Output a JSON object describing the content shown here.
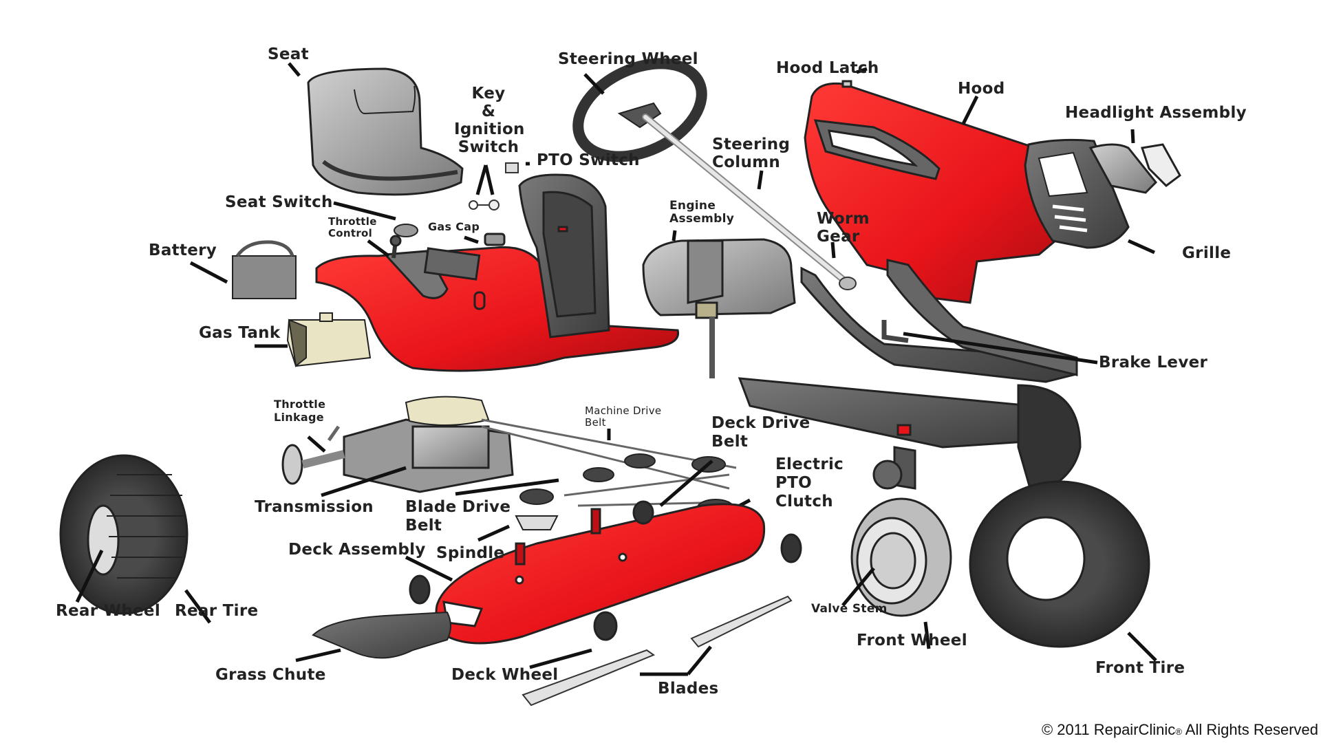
{
  "diagram": {
    "subject": "Riding lawn mower exploded parts diagram",
    "colors": {
      "body_red": "#e8141a",
      "dark_red": "#a80d10",
      "part_gray": "#6b6b6b",
      "light_gray": "#bdbdbd",
      "tire_dark": "#3a3a3a",
      "tank_cream": "#e9e4c4",
      "label_text": "#222222"
    },
    "labels": {
      "seat": "Seat",
      "steering_wheel": "Steering Wheel",
      "hood_latch": "Hood Latch",
      "hood": "Hood",
      "headlight_assembly": "Headlight Assembly",
      "key": "Key",
      "ampersand": "&",
      "ignition": "Ignition",
      "switch": "Switch",
      "pto_switch": "PTO Switch",
      "steering_column_1": "Steering",
      "steering_column_2": "Column",
      "seat_switch": "Seat Switch",
      "engine_assembly_1": "Engine",
      "engine_assembly_2": "Assembly",
      "worm_gear_1": "Worm",
      "worm_gear_2": "Gear",
      "throttle_control_1": "Throttle",
      "throttle_control_2": "Control",
      "gas_cap": "Gas Cap",
      "battery": "Battery",
      "grille": "Grille",
      "gas_tank": "Gas Tank",
      "brake_lever": "Brake Lever",
      "throttle_linkage_1": "Throttle",
      "throttle_linkage_2": "Linkage",
      "machine_drive_belt_1": "Machine Drive",
      "machine_drive_belt_2": "Belt",
      "deck_drive_belt_1": "Deck Drive",
      "deck_drive_belt_2": "Belt",
      "electric_pto_clutch_1": "Electric",
      "electric_pto_clutch_2": "PTO",
      "electric_pto_clutch_3": "Clutch",
      "transmission": "Transmission",
      "blade_drive_belt_1": "Blade Drive",
      "blade_drive_belt_2": "Belt",
      "spindle": "Spindle",
      "deck_assembly": "Deck Assembly",
      "rear_wheel": "Rear Wheel",
      "rear_tire": "Rear Tire",
      "valve_stem": "Valve Stem",
      "front_wheel": "Front Wheel",
      "grass_chute": "Grass Chute",
      "deck_wheel": "Deck Wheel",
      "blades": "Blades",
      "front_tire": "Front Tire"
    },
    "copyright": {
      "text_1": "© 2011 RepairClinic",
      "registered": "®",
      "text_2": " All Rights Reserved"
    }
  }
}
